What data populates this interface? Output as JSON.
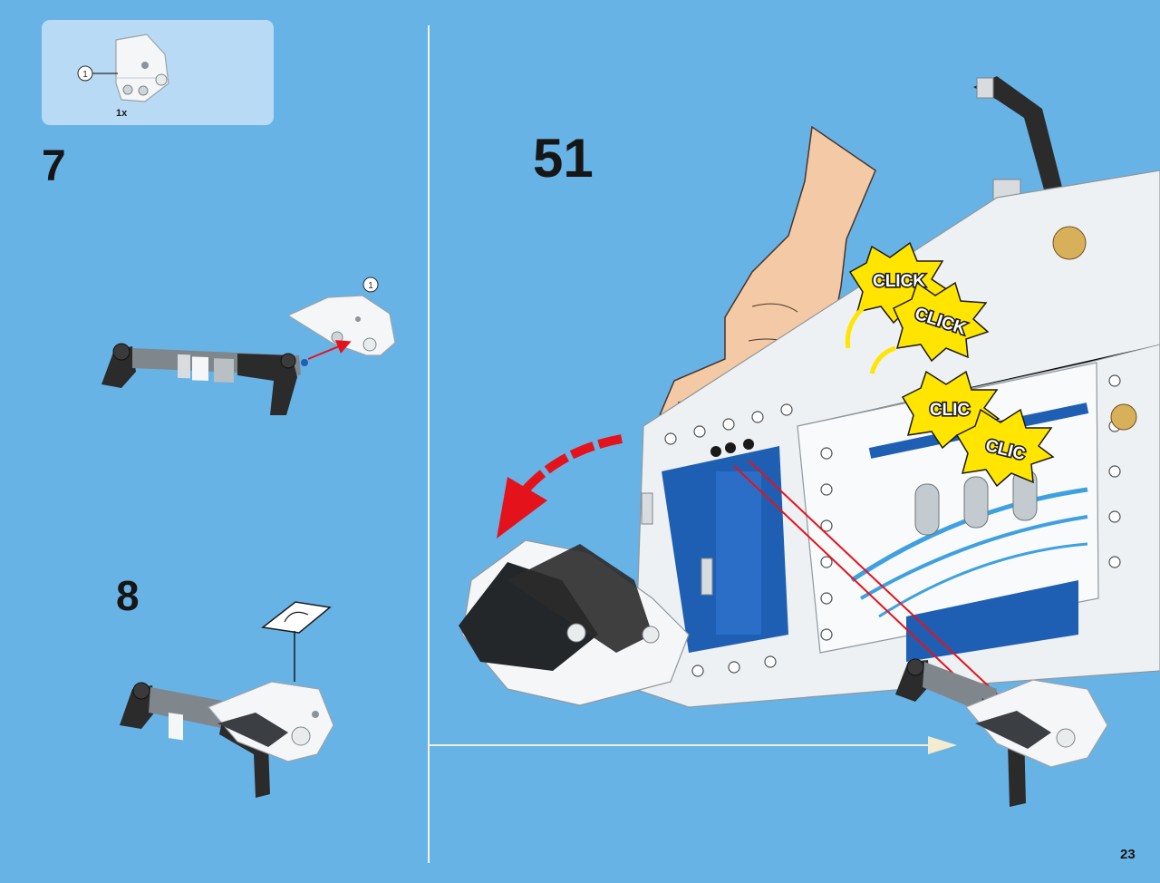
{
  "parts_list": {
    "quantity": "1x",
    "callout": "1"
  },
  "steps": {
    "step_7": "7",
    "step_8": "8",
    "step_51": "51"
  },
  "step_7_callout": "1",
  "sounds": {
    "click_1": "CLICK",
    "click_2": "CLICK",
    "clic_1": "CLIC",
    "clic_2": "CLIC"
  },
  "page_number": "23",
  "colors": {
    "background": "#68b3e6",
    "parts_box": "#b8daf5",
    "arrow_red": "#e4131b",
    "burst_yellow": "#ffe500",
    "brick_blue": "#1f5fb3",
    "brick_white": "#f4f6f7",
    "brick_dark": "#2b2b2b"
  }
}
